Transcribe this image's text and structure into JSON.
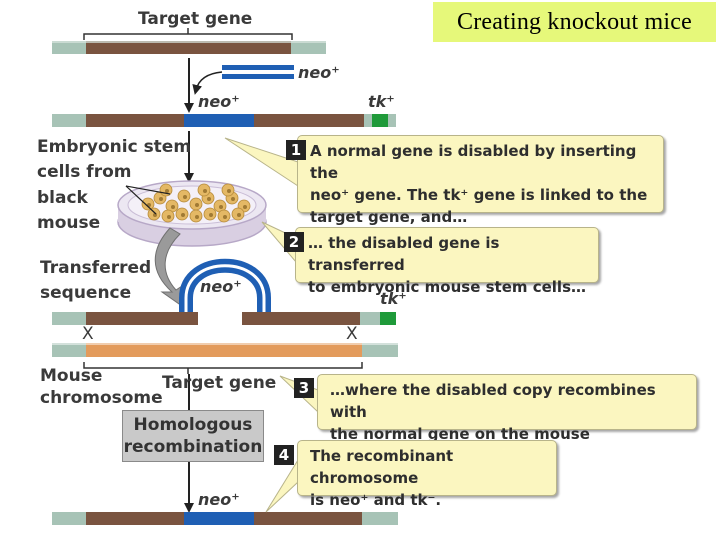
{
  "title": "Creating knockout mice",
  "labels": {
    "target_gene_top": "Target gene",
    "neo_plus_top": "neo⁺",
    "neo_plus_row2": "neo⁺",
    "tk_plus_row2": "tk⁺",
    "es_cells_line1": "Embryonic stem",
    "es_cells_line2": "cells from",
    "es_cells_line3": "black",
    "es_cells_line4": "mouse",
    "transferred_line1": "Transferred",
    "transferred_line2": "sequence",
    "neo_plus_loop": "neo⁺",
    "tk_plus_row3": "tk⁺",
    "cross_left": "X",
    "cross_right": "X",
    "mouse_line1": "Mouse",
    "mouse_line2": "chromosome",
    "target_gene_mid": "Target gene",
    "homologous_line1": "Homologous",
    "homologous_line2": "recombination",
    "neo_plus_bottom": "neo⁺"
  },
  "steps": [
    {
      "number": "1",
      "line1": "A normal gene is disabled by inserting the",
      "line2": "neo⁺ gene. The tk⁺ gene is linked to the",
      "line3": "target gene, and…"
    },
    {
      "number": "2",
      "line1": "… the disabled gene is transferred",
      "line2": "to embryonic mouse stem cells…"
    },
    {
      "number": "3",
      "line1": "…where the disabled copy recombines with",
      "line2": "the normal gene on the mouse chromosome."
    },
    {
      "number": "4",
      "line1": "The recombinant chromosome",
      "line2": "is neo⁺ and tk⁻."
    }
  ],
  "colors": {
    "title_bg": "#e6f87a",
    "dna_brown": "#7a5440",
    "dna_flank": "#a7c3b6",
    "neo_blue": "#1f5fb4",
    "tk_green": "#1f9a3a",
    "chromosome_orange": "#e39b5c",
    "callout_bg": "#fbf6c0",
    "cells": "#e4b865",
    "dish": "#e6e0ec"
  }
}
